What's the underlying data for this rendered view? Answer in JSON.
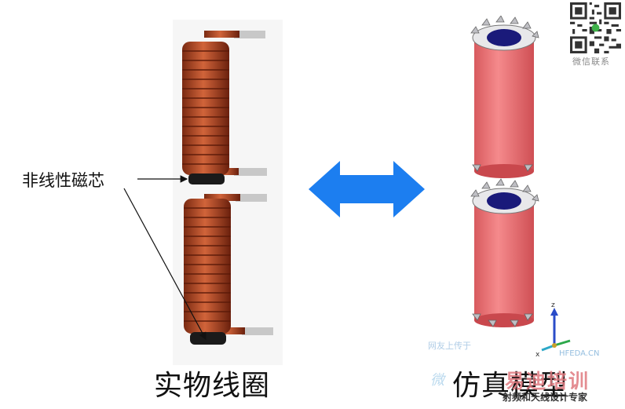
{
  "labels": {
    "core": "非线性磁芯",
    "left_caption": "实物线圈",
    "right_caption": "仿真模型"
  },
  "qr": {
    "caption": "微信联系"
  },
  "watermark": {
    "line1": "网友上传于",
    "line2": "HFEDA.CN",
    "brand": "易迪培训",
    "tagline": "射频和天线设计专家",
    "logo": "微"
  },
  "axes": {
    "z": "z",
    "x": "x"
  },
  "colors": {
    "copper": "#b9482a",
    "copper_dark": "#6e2410",
    "arrow_blue": "#1c7ef0",
    "model_pink": "#f0777a",
    "model_hole": "#1a1a7a"
  }
}
